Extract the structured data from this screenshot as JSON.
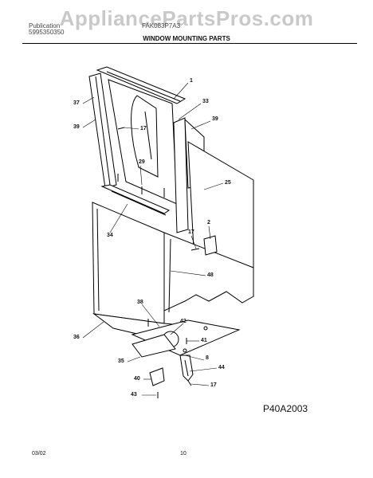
{
  "watermark": "AppliancePartsPros.com",
  "header": {
    "publication_label": "Publication",
    "publication_no": "5995350350",
    "model": "FAK083P7A3",
    "section_title": "WINDOW MOUNTING PARTS"
  },
  "callouts": [
    "1",
    "33",
    "37",
    "39",
    "17",
    "39",
    "29",
    "25",
    "2",
    "17",
    "34",
    "48",
    "38",
    "42",
    "41",
    "36",
    "8",
    "35",
    "44",
    "17",
    "40",
    "43"
  ],
  "figure_id": "P40A2003",
  "footer": {
    "date": "03/02",
    "page": "10"
  }
}
